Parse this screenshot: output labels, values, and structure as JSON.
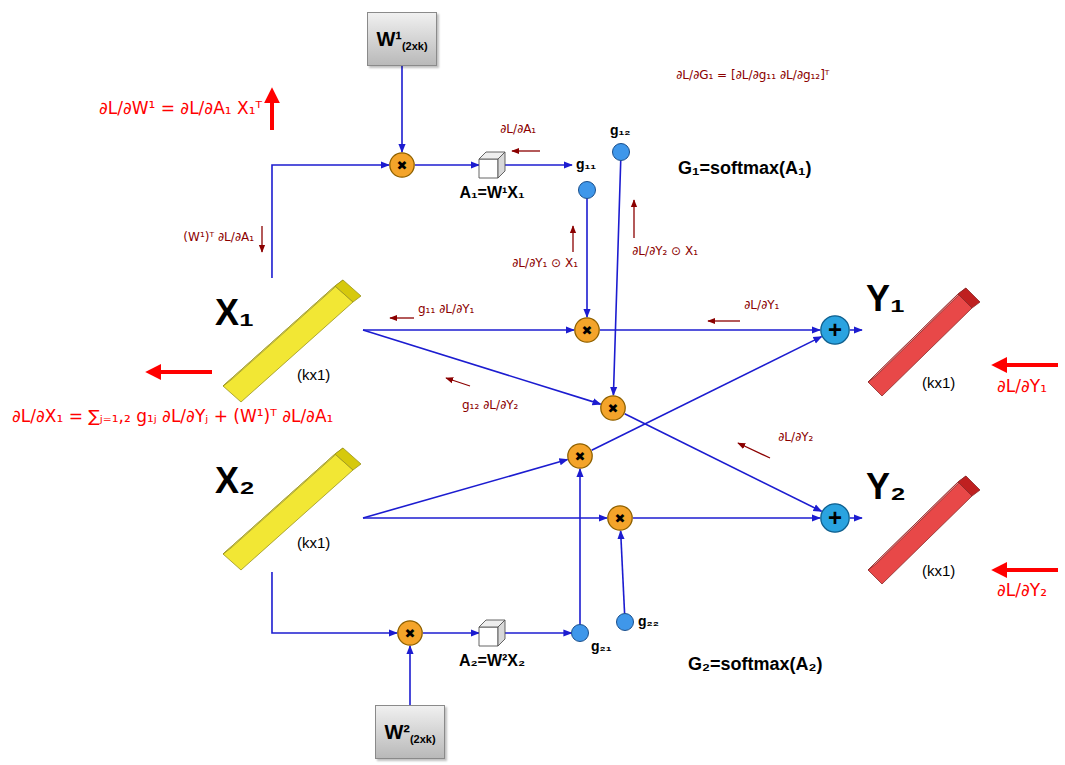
{
  "diagram": {
    "nodes": [
      {
        "text": [
          "W¹",
          "(2xk)"
        ]
      },
      {
        "text": [
          "✖"
        ]
      },
      {
        "text": [
          "A₁=W¹X₁"
        ]
      },
      {
        "text": [
          "g₁₂"
        ]
      },
      {
        "text": [
          "g₁₁"
        ]
      },
      {
        "text": [
          "X₁",
          "(kx1)"
        ]
      },
      {
        "text": [
          "✖"
        ]
      },
      {
        "text": [
          "✖"
        ]
      },
      {
        "text": [
          "+"
        ]
      },
      {
        "text": [
          "Y₁",
          "(kx1)"
        ]
      },
      {
        "text": [
          "✖"
        ]
      },
      {
        "text": [
          "X₂",
          "(kx1)"
        ]
      },
      {
        "text": [
          "✖"
        ]
      },
      {
        "text": [
          "+"
        ]
      },
      {
        "text": [
          "Y₂",
          "(kx1)"
        ]
      },
      {
        "text": [
          "g₂₂"
        ]
      },
      {
        "text": [
          "✖"
        ]
      },
      {
        "text": [
          "A₂=W²X₂"
        ]
      },
      {
        "text": [
          "g₂₁"
        ]
      },
      {
        "text": [
          "W²",
          "(2xk)"
        ]
      }
    ],
    "edges": [
      {
        "from": 0,
        "to": 1,
        "arrow": "to"
      },
      {
        "from": 5,
        "to": 1,
        "arrow": "to"
      },
      {
        "from": 1,
        "to": 2,
        "arrow": "to"
      },
      {
        "from": 2,
        "to": 4,
        "arrow": "to"
      },
      {
        "from": 4,
        "to": 6,
        "arrow": "to"
      },
      {
        "from": 3,
        "to": 7,
        "arrow": "to"
      },
      {
        "from": 5,
        "to": 6,
        "arrow": "to"
      },
      {
        "from": 5,
        "to": 7,
        "arrow": "to"
      },
      {
        "from": 6,
        "to": 8,
        "arrow": "to"
      },
      {
        "from": 7,
        "to": 13,
        "arrow": "to"
      },
      {
        "from": 11,
        "to": 10,
        "arrow": "to"
      },
      {
        "from": 11,
        "to": 12,
        "arrow": "to"
      },
      {
        "from": 10,
        "to": 8,
        "arrow": "to"
      },
      {
        "from": 12,
        "to": 13,
        "arrow": "to"
      },
      {
        "from": 8,
        "to": 9,
        "arrow": "to"
      },
      {
        "from": 13,
        "to": 14,
        "arrow": "to"
      },
      {
        "from": 18,
        "to": 10,
        "arrow": "to"
      },
      {
        "from": 15,
        "to": 12,
        "arrow": "to"
      },
      {
        "from": 11,
        "to": 16,
        "arrow": "to"
      },
      {
        "from": 19,
        "to": 16,
        "arrow": "to"
      },
      {
        "from": 16,
        "to": 17,
        "arrow": "to"
      },
      {
        "from": 17,
        "to": 18,
        "arrow": "to"
      }
    ],
    "labels": [
      "∂L/∂W¹ = ∂L/∂A₁ X₁ᵀ",
      "∂L/∂A₁",
      "∂L/∂G₁ = [∂L/∂g₁₁ ∂L/∂g₁₂]ᵀ",
      "G₁=softmax(A₁)",
      "(W¹)ᵀ ∂L/∂A₁",
      "∂L/∂Y₁ ⊙ X₁",
      "∂L/∂Y₂ ⊙ X₁",
      "g₁₁ ∂L/∂Y₁",
      "∂L/∂Y₁",
      "∂L/∂X₁ = ∑ⱼ₌₁,₂ g₁ⱼ ∂L/∂Yⱼ + (W¹)ᵀ ∂L/∂A₁",
      "g₁₂ ∂L/∂Y₂",
      "∂L/∂Y₂",
      "∂L/∂Y₁",
      "∂L/∂Y₂",
      "G₂=softmax(A₂)"
    ]
  }
}
